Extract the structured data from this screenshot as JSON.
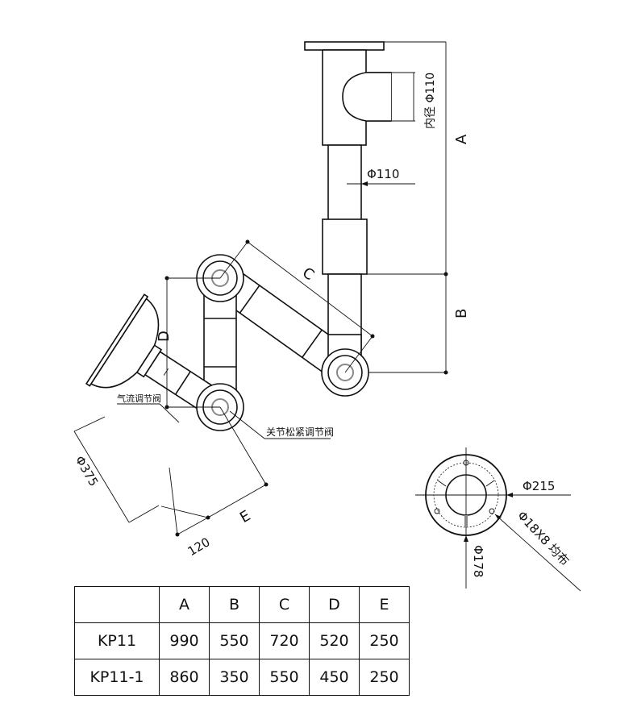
{
  "labels": {
    "inner_diameter": "内径 Φ110",
    "tube_diameter": "Φ110",
    "dim_a": "A",
    "dim_b": "B",
    "dim_c": "C",
    "dim_d": "D",
    "dim_e": "E",
    "hood_diameter": "Φ375",
    "hood_offset": "120",
    "airflow_valve": "气流调节阀",
    "joint_valve": "关节松紧调节阀",
    "flange_outer": "Φ215",
    "flange_inner": "Φ178",
    "flange_holes": "Φ18X8 均布"
  },
  "table": {
    "headers": [
      "",
      "A",
      "B",
      "C",
      "D",
      "E"
    ],
    "rows": [
      [
        "KP11",
        "990",
        "550",
        "720",
        "520",
        "250"
      ],
      [
        "KP11-1",
        "860",
        "350",
        "550",
        "450",
        "250"
      ]
    ]
  }
}
